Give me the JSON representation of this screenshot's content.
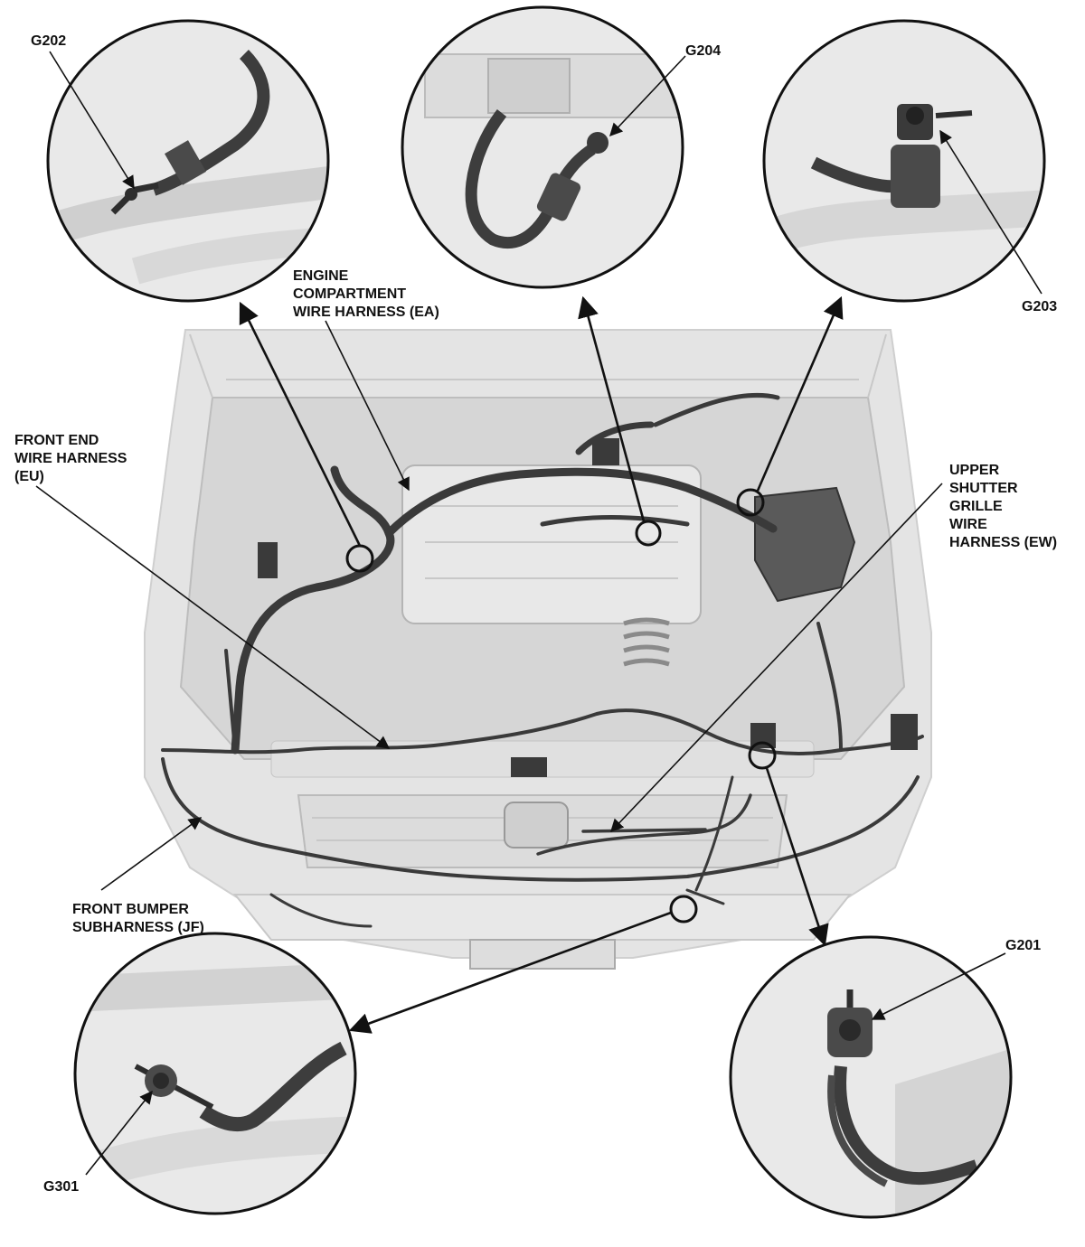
{
  "labels": {
    "g202": "G202",
    "g204": "G204",
    "g203": "G203",
    "g201": "G201",
    "g301": "G301",
    "ea": [
      "ENGINE",
      "COMPARTMENT",
      "WIRE HARNESS (EA)"
    ],
    "eu": [
      "FRONT END",
      "WIRE HARNESS",
      "(EU)"
    ],
    "ew": [
      "UPPER",
      "SHUTTER",
      "GRILLE",
      "WIRE",
      "HARNESS (EW)"
    ],
    "jf": [
      "FRONT BUMPER",
      "SUBHARNESS (JF)"
    ]
  },
  "colors": {
    "line": "#111111",
    "harness": "#3a3a3a",
    "vehicle": "#e4e4e4",
    "detail": "#e9e9e9"
  }
}
